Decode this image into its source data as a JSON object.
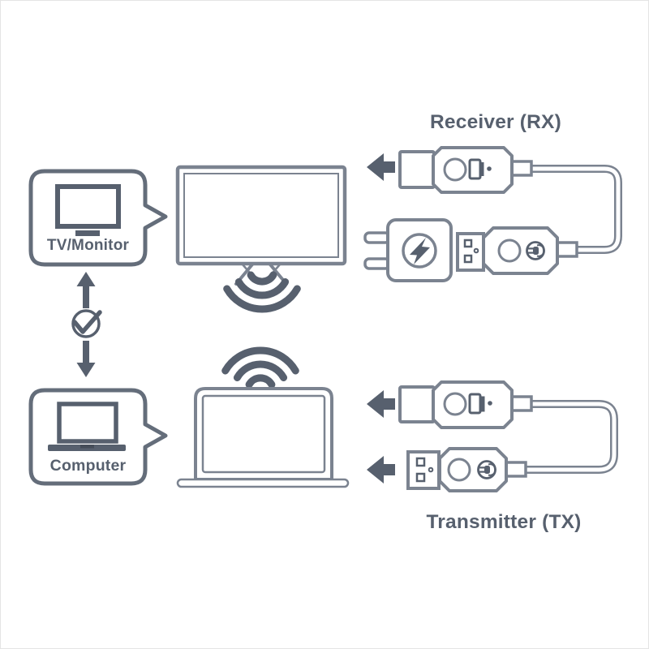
{
  "labels": {
    "tv_monitor": "TV/Monitor",
    "computer": "Computer",
    "receiver": "Receiver (RX)",
    "transmitter": "Transmitter (TX)"
  },
  "colors": {
    "outline": "#7b8390",
    "dark": "#57606e",
    "bubble": "#646d7a",
    "led": "#454d59",
    "background": "#ffffff"
  },
  "icons": {
    "monitor-icon": "screen-with-stand",
    "laptop-icon": "screen-with-base-bar",
    "wifi-down-icon": "three-arcs-radiating-down",
    "wifi-up-icon": "three-arcs-radiating-up",
    "check-circle-icon": "circle-with-checkmark",
    "arrow-up-icon": "solid-arrow-up",
    "arrow-down-icon": "solid-arrow-down",
    "arrow-left-icon": "solid-arrow-left",
    "lightning-icon": "bolt-in-circle",
    "power-plug-icon": "plug-in-circle",
    "usb-plug-icon": "usb-a-connector",
    "hdmi-plug-icon": "hdmi-connector"
  }
}
